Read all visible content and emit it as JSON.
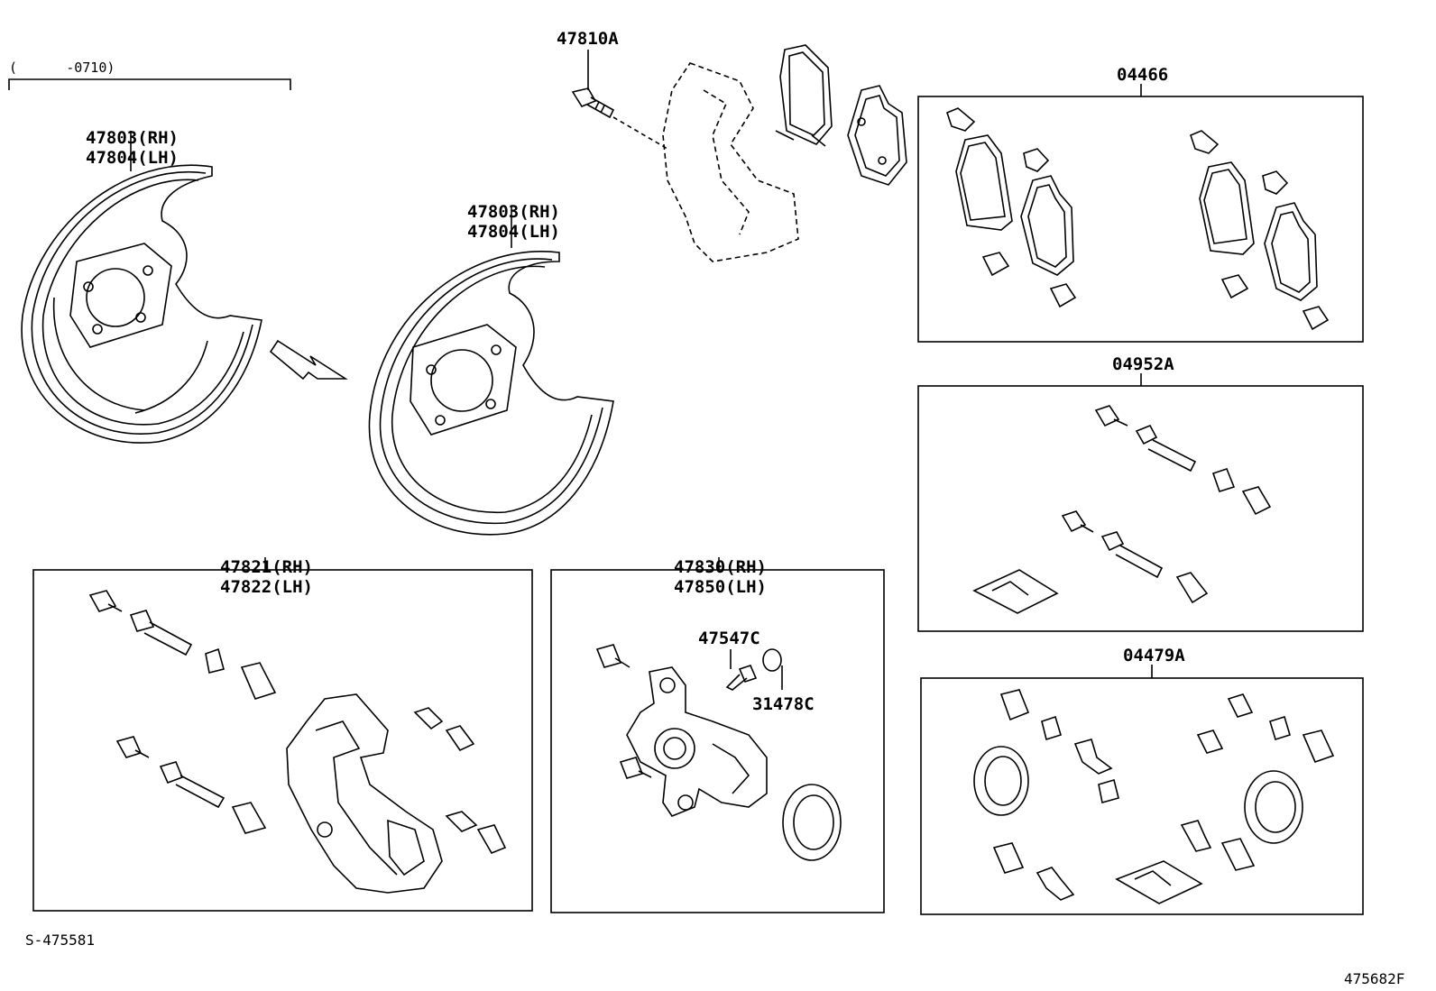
{
  "range_note": "(      -0710)",
  "labels": {
    "shield_top": [
      "47803(RH)",
      "47804(LH)"
    ],
    "shield_mid": [
      "47803(RH)",
      "47804(LH)"
    ],
    "bolt": "47810A",
    "pad_kit": "04466",
    "support_kit": "04952A",
    "cyl_kit": "04479A",
    "mount": [
      "47821(RH)",
      "47822(LH)"
    ],
    "caliper": [
      "47830(RH)",
      "47850(LH)"
    ],
    "bleeder": "47547C",
    "cap": "31478C"
  },
  "footer_left": "S-475581",
  "footer_right": "475682F"
}
